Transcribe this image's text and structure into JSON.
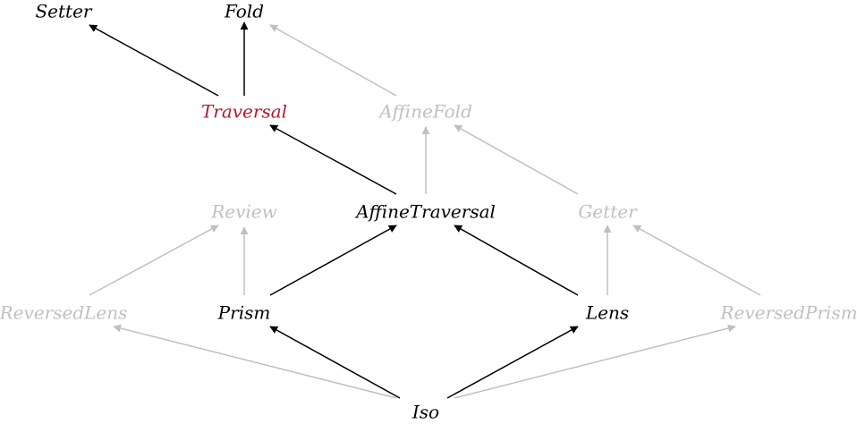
{
  "diagram": {
    "colors": {
      "active": "#000000",
      "inactive": "#c0c0c0",
      "highlight": "#b2182b"
    },
    "nodes": [
      {
        "id": "setter",
        "label": "Setter",
        "state": "active"
      },
      {
        "id": "fold",
        "label": "Fold",
        "state": "active"
      },
      {
        "id": "traversal",
        "label": "Traversal",
        "state": "highlight"
      },
      {
        "id": "affinefold",
        "label": "AffineFold",
        "state": "inactive"
      },
      {
        "id": "review",
        "label": "Review",
        "state": "inactive"
      },
      {
        "id": "affinetraversal",
        "label": "AffineTraversal",
        "state": "active"
      },
      {
        "id": "getter",
        "label": "Getter",
        "state": "inactive"
      },
      {
        "id": "reversedlens",
        "label": "ReversedLens",
        "state": "inactive"
      },
      {
        "id": "prism",
        "label": "Prism",
        "state": "active"
      },
      {
        "id": "lens",
        "label": "Lens",
        "state": "active"
      },
      {
        "id": "reversedprism",
        "label": "ReversedPrism",
        "state": "inactive"
      },
      {
        "id": "iso",
        "label": "Iso",
        "state": "active"
      }
    ],
    "edges": [
      {
        "from": "traversal",
        "to": "setter",
        "state": "active"
      },
      {
        "from": "traversal",
        "to": "fold",
        "state": "active"
      },
      {
        "from": "affinefold",
        "to": "fold",
        "state": "inactive"
      },
      {
        "from": "affinetraversal",
        "to": "traversal",
        "state": "active"
      },
      {
        "from": "affinetraversal",
        "to": "affinefold",
        "state": "inactive"
      },
      {
        "from": "getter",
        "to": "affinefold",
        "state": "inactive"
      },
      {
        "from": "reversedlens",
        "to": "review",
        "state": "inactive"
      },
      {
        "from": "prism",
        "to": "review",
        "state": "inactive"
      },
      {
        "from": "prism",
        "to": "affinetraversal",
        "state": "active"
      },
      {
        "from": "lens",
        "to": "affinetraversal",
        "state": "active"
      },
      {
        "from": "lens",
        "to": "getter",
        "state": "inactive"
      },
      {
        "from": "reversedprism",
        "to": "getter",
        "state": "inactive"
      },
      {
        "from": "iso",
        "to": "reversedlens",
        "state": "inactive"
      },
      {
        "from": "iso",
        "to": "prism",
        "state": "active"
      },
      {
        "from": "iso",
        "to": "lens",
        "state": "active"
      },
      {
        "from": "iso",
        "to": "reversedprism",
        "state": "inactive"
      }
    ]
  }
}
